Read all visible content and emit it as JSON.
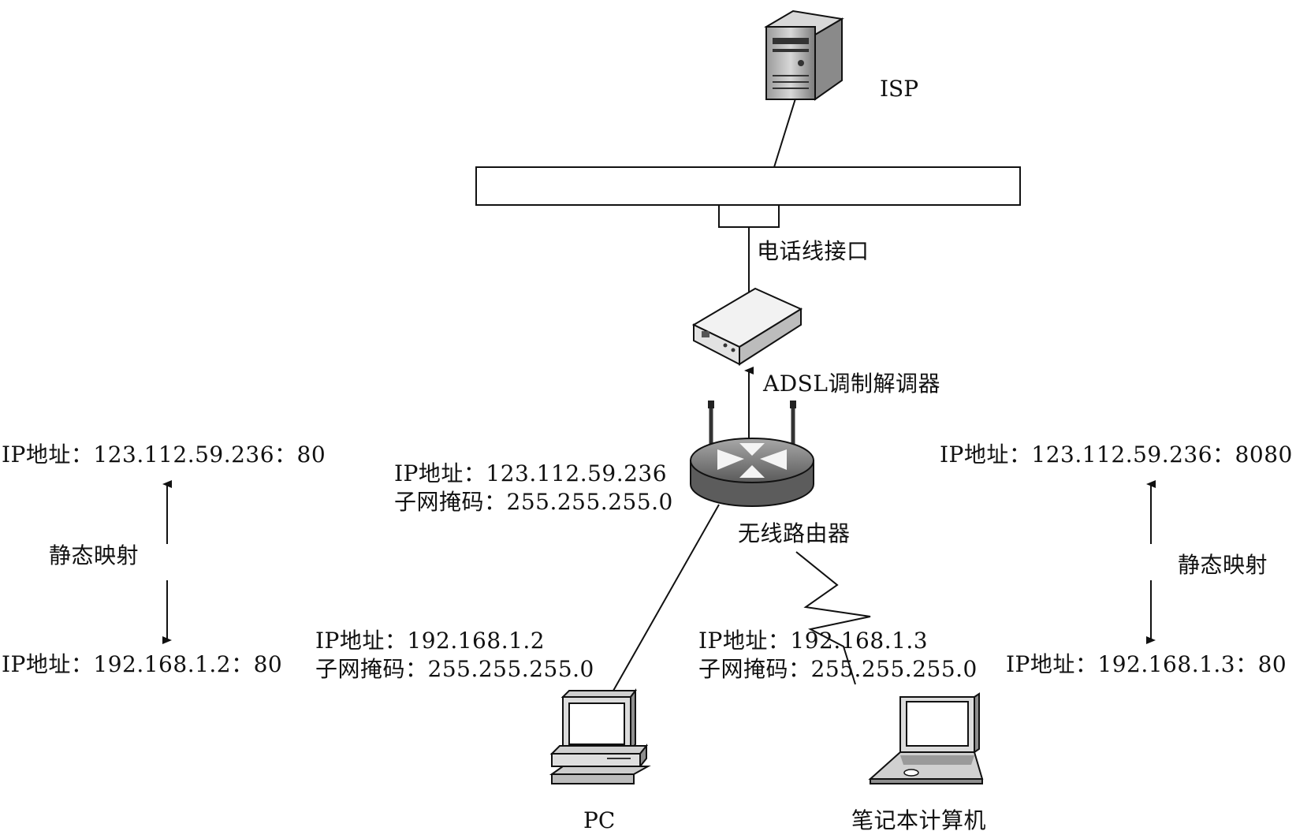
{
  "nodes": {
    "isp": {
      "label": "ISP"
    },
    "phone_jack": {
      "label": "电话线接口"
    },
    "modem": {
      "label": "ADSL调制解调器"
    },
    "router": {
      "label": "无线路由器",
      "ip": "IP地址：123.112.59.236",
      "mask": "子网掩码：255.255.255.0"
    },
    "pc": {
      "label": "PC",
      "ip": "IP地址：192.168.1.2",
      "mask": "子网掩码：255.255.255.0"
    },
    "laptop": {
      "label": "笔记本计算机",
      "ip": "IP地址：192.168.1.3",
      "mask": "子网掩码：255.255.255.0"
    }
  },
  "mappings": {
    "left": {
      "public": "IP地址：123.112.59.236：80",
      "label": "静态映射",
      "private": "IP地址：192.168.1.2：80"
    },
    "right": {
      "public": "IP地址：123.112.59.236：8080",
      "label": "静态映射",
      "private": "IP地址：192.168.1.3：80"
    }
  }
}
